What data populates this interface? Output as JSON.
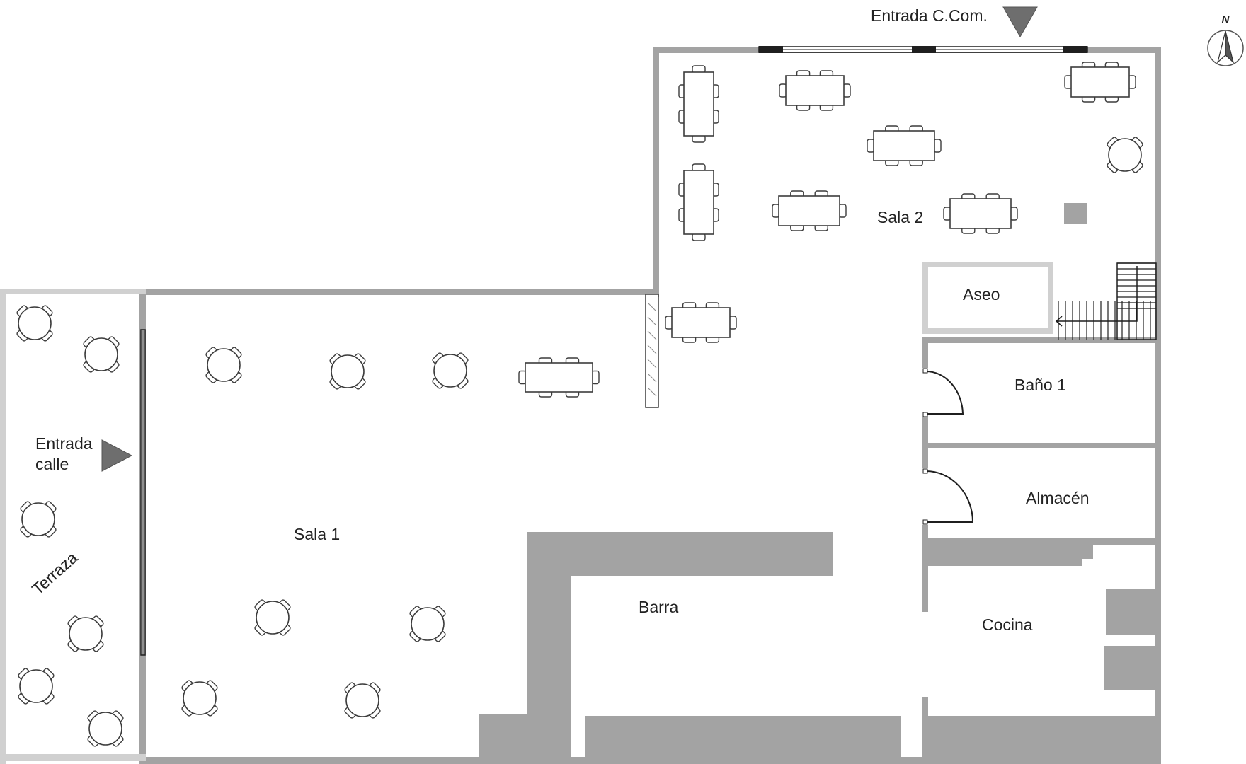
{
  "plan": {
    "rooms": {
      "entrada_ccom": "Entrada C.Com.",
      "sala2": "Sala 2",
      "aseo": "Aseo",
      "bano1": "Baño 1",
      "almacen": "Almacén",
      "sala1": "Sala 1",
      "barra": "Barra",
      "cocina": "Cocina",
      "entrada_calle_1": "Entrada",
      "entrada_calle_2": "calle",
      "terraza": "Terraza"
    },
    "compass_label": "N",
    "colors": {
      "wall": "#a3a3a3",
      "terrace_wall": "#d0d0d0",
      "entrance_marker": "#6e6e6e",
      "furniture_stroke": "#3c3c3c"
    }
  }
}
